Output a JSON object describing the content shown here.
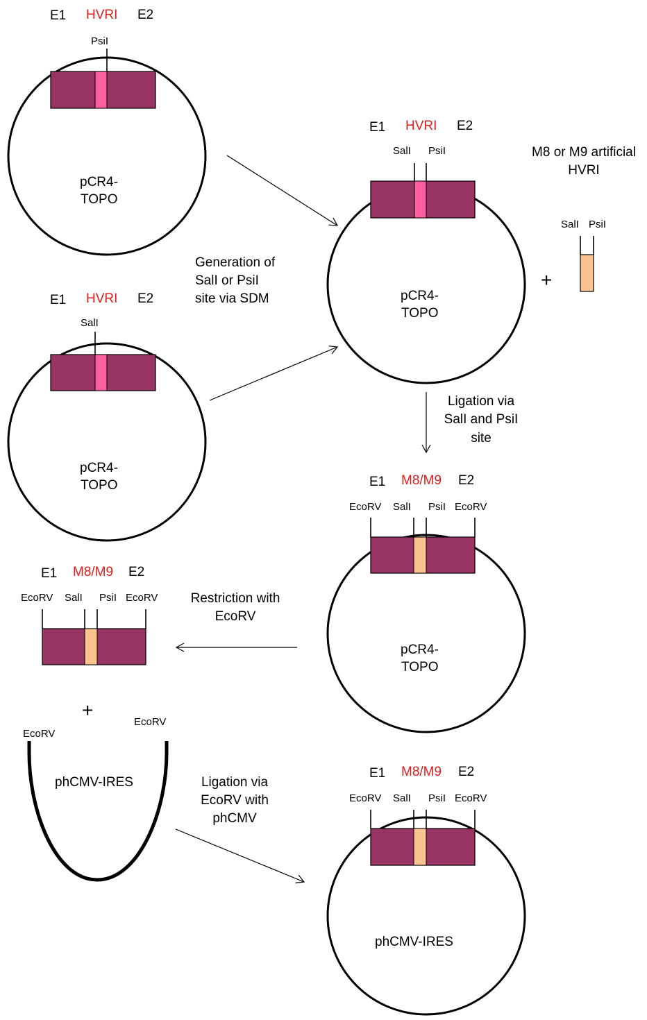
{
  "colors": {
    "vector_block": "#983464",
    "hvri_segment": "#ff5f9e",
    "artificial_hvri_segment": "#f9c390",
    "highlight_text": "#e01b1b",
    "outline": "#000000"
  },
  "labels": {
    "e1": "E1",
    "e2": "E2",
    "hvri": "HVRI",
    "m8m9": "M8/M9",
    "psii": "PsiI",
    "sali": "SalI",
    "ecorv": "EcoRV",
    "plus": "+",
    "pcr4_line1": "pCR4-",
    "pcr4_line2": "TOPO",
    "phcmv_ires": "phCMV-IRES"
  },
  "annotations": {
    "sdm": [
      "Generation of",
      "SalI or PsiI",
      "site via SDM"
    ],
    "artificial": [
      "M8 or M9 artificial",
      "HVRI"
    ],
    "ligation_sali_psii": [
      "Ligation  via",
      "SalI and PsiI",
      "site"
    ],
    "restriction": [
      "Restriction with",
      "EcoRV"
    ],
    "ligation_ecorv": [
      "Ligation via",
      "EcoRV with",
      "phCMV"
    ]
  }
}
